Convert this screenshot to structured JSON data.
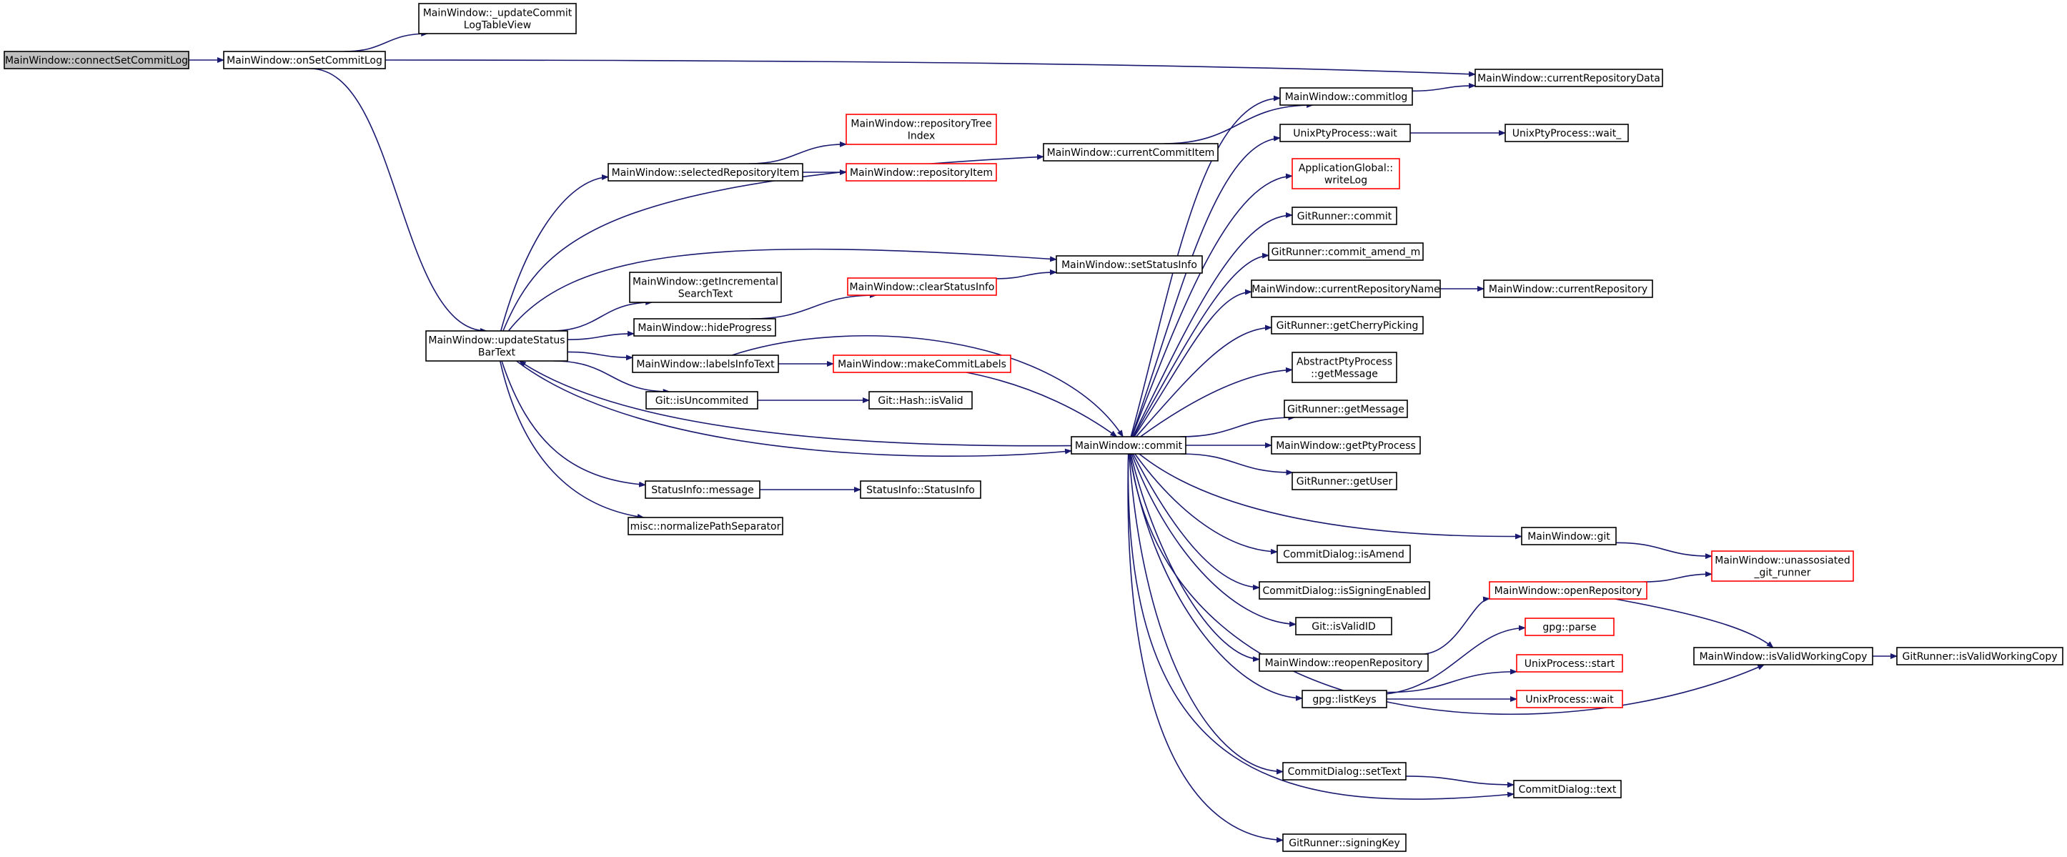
{
  "colors": {
    "edge": "#191970",
    "border_normal": "#000000",
    "border_truncated": "#ff0000",
    "fill_root": "#bfbfbf",
    "fill_default": "#ffffff"
  },
  "nodes": [
    {
      "id": "connectSetCommitLog",
      "lines": [
        "MainWindow::connectSetCommitLog"
      ],
      "style": "root"
    },
    {
      "id": "onSetCommitLog",
      "lines": [
        "MainWindow::onSetCommitLog"
      ],
      "style": "normal"
    },
    {
      "id": "updateCommitLogTableView",
      "lines": [
        "MainWindow::_updateCommit",
        "LogTableView"
      ],
      "style": "normal"
    },
    {
      "id": "currentRepositoryData",
      "lines": [
        "MainWindow::currentRepositoryData"
      ],
      "style": "normal"
    },
    {
      "id": "updateStatusBarText",
      "lines": [
        "MainWindow::updateStatus",
        "BarText"
      ],
      "style": "normal"
    },
    {
      "id": "selectedRepositoryItem",
      "lines": [
        "MainWindow::selectedRepositoryItem"
      ],
      "style": "normal"
    },
    {
      "id": "repositoryTreeIndex",
      "lines": [
        "MainWindow::repositoryTree",
        "Index"
      ],
      "style": "truncated"
    },
    {
      "id": "repositoryItem",
      "lines": [
        "MainWindow::repositoryItem"
      ],
      "style": "truncated"
    },
    {
      "id": "currentCommitItem",
      "lines": [
        "MainWindow::currentCommitItem"
      ],
      "style": "normal"
    },
    {
      "id": "commitlog",
      "lines": [
        "MainWindow::commitlog"
      ],
      "style": "normal"
    },
    {
      "id": "setStatusInfo",
      "lines": [
        "MainWindow::setStatusInfo"
      ],
      "style": "normal"
    },
    {
      "id": "getIncrementalSearchText",
      "lines": [
        "MainWindow::getIncremental",
        "SearchText"
      ],
      "style": "normal"
    },
    {
      "id": "hideProgress",
      "lines": [
        "MainWindow::hideProgress"
      ],
      "style": "normal"
    },
    {
      "id": "clearStatusInfo",
      "lines": [
        "MainWindow::clearStatusInfo"
      ],
      "style": "truncated"
    },
    {
      "id": "labelsInfoText",
      "lines": [
        "MainWindow::labelsInfoText"
      ],
      "style": "normal"
    },
    {
      "id": "makeCommitLabels",
      "lines": [
        "MainWindow::makeCommitLabels"
      ],
      "style": "truncated"
    },
    {
      "id": "isUncommited",
      "lines": [
        "Git::isUncommited"
      ],
      "style": "normal"
    },
    {
      "id": "hashIsValid",
      "lines": [
        "Git::Hash::isValid"
      ],
      "style": "normal"
    },
    {
      "id": "commit",
      "lines": [
        "MainWindow::commit"
      ],
      "style": "normal"
    },
    {
      "id": "statusInfoMessage",
      "lines": [
        "StatusInfo::message"
      ],
      "style": "normal"
    },
    {
      "id": "statusInfoCtor",
      "lines": [
        "StatusInfo::StatusInfo"
      ],
      "style": "normal"
    },
    {
      "id": "normalizePathSeparator",
      "lines": [
        "misc::normalizePathSeparator"
      ],
      "style": "normal"
    },
    {
      "id": "unixPtyWait",
      "lines": [
        "UnixPtyProcess::wait"
      ],
      "style": "normal"
    },
    {
      "id": "unixPtyWait_",
      "lines": [
        "UnixPtyProcess::wait_"
      ],
      "style": "normal"
    },
    {
      "id": "writeLog",
      "lines": [
        "ApplicationGlobal::",
        "writeLog"
      ],
      "style": "truncated"
    },
    {
      "id": "gitRunnerCommit",
      "lines": [
        "GitRunner::commit"
      ],
      "style": "normal"
    },
    {
      "id": "commitAmendM",
      "lines": [
        "GitRunner::commit_amend_m"
      ],
      "style": "normal"
    },
    {
      "id": "currentRepositoryName",
      "lines": [
        "MainWindow::currentRepositoryName"
      ],
      "style": "normal"
    },
    {
      "id": "currentRepository",
      "lines": [
        "MainWindow::currentRepository"
      ],
      "style": "normal"
    },
    {
      "id": "getCherryPicking",
      "lines": [
        "GitRunner::getCherryPicking"
      ],
      "style": "normal"
    },
    {
      "id": "abstractPtyGetMessage",
      "lines": [
        "AbstractPtyProcess",
        "::getMessage"
      ],
      "style": "normal"
    },
    {
      "id": "gitRunnerGetMessage",
      "lines": [
        "GitRunner::getMessage"
      ],
      "style": "normal"
    },
    {
      "id": "getPtyProcess",
      "lines": [
        "MainWindow::getPtyProcess"
      ],
      "style": "normal"
    },
    {
      "id": "getUser",
      "lines": [
        "GitRunner::getUser"
      ],
      "style": "normal"
    },
    {
      "id": "mainWindowGit",
      "lines": [
        "MainWindow::git"
      ],
      "style": "normal"
    },
    {
      "id": "unassosiatedGitRunner",
      "lines": [
        "MainWindow::unassosiated",
        "_git_runner"
      ],
      "style": "truncated"
    },
    {
      "id": "isAmend",
      "lines": [
        "CommitDialog::isAmend"
      ],
      "style": "normal"
    },
    {
      "id": "isSigningEnabled",
      "lines": [
        "CommitDialog::isSigningEnabled"
      ],
      "style": "normal"
    },
    {
      "id": "openRepository",
      "lines": [
        "MainWindow::openRepository"
      ],
      "style": "truncated"
    },
    {
      "id": "isValidID",
      "lines": [
        "Git::isValidID"
      ],
      "style": "normal"
    },
    {
      "id": "gpgParse",
      "lines": [
        "gpg::parse"
      ],
      "style": "truncated"
    },
    {
      "id": "reopenRepository",
      "lines": [
        "MainWindow::reopenRepository"
      ],
      "style": "normal"
    },
    {
      "id": "unixProcessStart",
      "lines": [
        "UnixProcess::start"
      ],
      "style": "truncated"
    },
    {
      "id": "isValidWorkingCopy",
      "lines": [
        "MainWindow::isValidWorkingCopy"
      ],
      "style": "normal"
    },
    {
      "id": "gitRunnerIsValidWorkingCopy",
      "lines": [
        "GitRunner::isValidWorkingCopy"
      ],
      "style": "normal"
    },
    {
      "id": "listKeys",
      "lines": [
        "gpg::listKeys"
      ],
      "style": "normal"
    },
    {
      "id": "unixProcessWait",
      "lines": [
        "UnixProcess::wait"
      ],
      "style": "truncated"
    },
    {
      "id": "setText",
      "lines": [
        "CommitDialog::setText"
      ],
      "style": "normal"
    },
    {
      "id": "commitDialogText",
      "lines": [
        "CommitDialog::text"
      ],
      "style": "normal"
    },
    {
      "id": "signingKey",
      "lines": [
        "GitRunner::signingKey"
      ],
      "style": "normal"
    }
  ],
  "edges": [
    {
      "from": "connectSetCommitLog",
      "to": "onSetCommitLog"
    },
    {
      "from": "onSetCommitLog",
      "to": "updateCommitLogTableView"
    },
    {
      "from": "onSetCommitLog",
      "to": "currentRepositoryData"
    },
    {
      "from": "onSetCommitLog",
      "to": "updateStatusBarText"
    },
    {
      "from": "updateStatusBarText",
      "to": "selectedRepositoryItem"
    },
    {
      "from": "updateStatusBarText",
      "to": "currentCommitItem"
    },
    {
      "from": "updateStatusBarText",
      "to": "setStatusInfo"
    },
    {
      "from": "updateStatusBarText",
      "to": "getIncrementalSearchText"
    },
    {
      "from": "updateStatusBarText",
      "to": "hideProgress"
    },
    {
      "from": "updateStatusBarText",
      "to": "labelsInfoText"
    },
    {
      "from": "updateStatusBarText",
      "to": "isUncommited"
    },
    {
      "from": "updateStatusBarText",
      "to": "commit"
    },
    {
      "from": "updateStatusBarText",
      "to": "statusInfoMessage"
    },
    {
      "from": "updateStatusBarText",
      "to": "normalizePathSeparator"
    },
    {
      "from": "selectedRepositoryItem",
      "to": "repositoryTreeIndex"
    },
    {
      "from": "selectedRepositoryItem",
      "to": "repositoryItem"
    },
    {
      "from": "currentCommitItem",
      "to": "commitlog"
    },
    {
      "from": "commitlog",
      "to": "currentRepositoryData"
    },
    {
      "from": "hideProgress",
      "to": "clearStatusInfo"
    },
    {
      "from": "clearStatusInfo",
      "to": "setStatusInfo"
    },
    {
      "from": "labelsInfoText",
      "to": "makeCommitLabels"
    },
    {
      "from": "labelsInfoText",
      "to": "commit"
    },
    {
      "from": "makeCommitLabels",
      "to": "commit"
    },
    {
      "from": "isUncommited",
      "to": "hashIsValid"
    },
    {
      "from": "statusInfoMessage",
      "to": "statusInfoCtor"
    },
    {
      "from": "commit",
      "to": "updateStatusBarText"
    },
    {
      "from": "commit",
      "to": "commitlog"
    },
    {
      "from": "commit",
      "to": "unixPtyWait"
    },
    {
      "from": "commit",
      "to": "writeLog"
    },
    {
      "from": "commit",
      "to": "gitRunnerCommit"
    },
    {
      "from": "commit",
      "to": "commitAmendM"
    },
    {
      "from": "commit",
      "to": "currentRepositoryName"
    },
    {
      "from": "commit",
      "to": "getCherryPicking"
    },
    {
      "from": "commit",
      "to": "abstractPtyGetMessage"
    },
    {
      "from": "commit",
      "to": "gitRunnerGetMessage"
    },
    {
      "from": "commit",
      "to": "getPtyProcess"
    },
    {
      "from": "commit",
      "to": "getUser"
    },
    {
      "from": "commit",
      "to": "mainWindowGit"
    },
    {
      "from": "commit",
      "to": "isAmend"
    },
    {
      "from": "commit",
      "to": "isSigningEnabled"
    },
    {
      "from": "commit",
      "to": "isValidID"
    },
    {
      "from": "commit",
      "to": "reopenRepository"
    },
    {
      "from": "commit",
      "to": "listKeys"
    },
    {
      "from": "commit",
      "to": "isValidWorkingCopy"
    },
    {
      "from": "commit",
      "to": "setText"
    },
    {
      "from": "commit",
      "to": "commitDialogText"
    },
    {
      "from": "commit",
      "to": "signingKey"
    },
    {
      "from": "unixPtyWait",
      "to": "unixPtyWait_"
    },
    {
      "from": "currentRepositoryName",
      "to": "currentRepository"
    },
    {
      "from": "mainWindowGit",
      "to": "unassosiatedGitRunner"
    },
    {
      "from": "reopenRepository",
      "to": "openRepository"
    },
    {
      "from": "openRepository",
      "to": "unassosiatedGitRunner"
    },
    {
      "from": "openRepository",
      "to": "isValidWorkingCopy"
    },
    {
      "from": "isValidWorkingCopy",
      "to": "gitRunnerIsValidWorkingCopy"
    },
    {
      "from": "listKeys",
      "to": "gpgParse"
    },
    {
      "from": "listKeys",
      "to": "unixProcessStart"
    },
    {
      "from": "listKeys",
      "to": "unixProcessWait"
    },
    {
      "from": "setText",
      "to": "commitDialogText"
    }
  ]
}
